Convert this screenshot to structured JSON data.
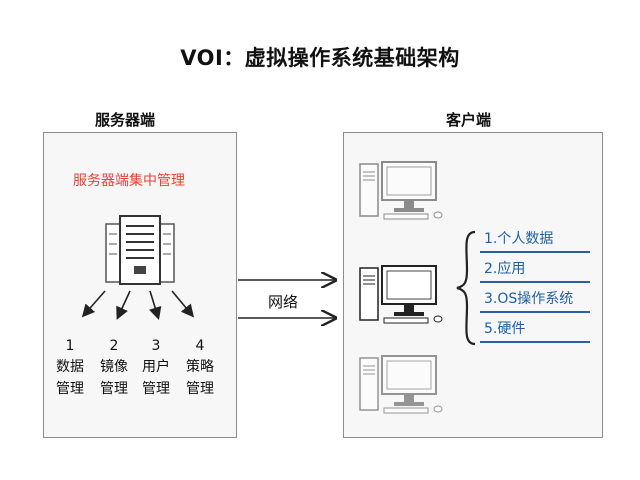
{
  "title": "VOI：虚拟操作系统基础架构",
  "server": {
    "label": "服务器端",
    "subtitle": "服务器端集中管理",
    "items": [
      {
        "num": "1",
        "line1": "数据",
        "line2": "管理"
      },
      {
        "num": "2",
        "line1": "镜像",
        "line2": "管理"
      },
      {
        "num": "3",
        "line1": "用户",
        "line2": "管理"
      },
      {
        "num": "4",
        "line1": "策略",
        "line2": "管理"
      }
    ]
  },
  "network": {
    "label": "网络"
  },
  "client": {
    "label": "客户端",
    "features": [
      "1.个人数据",
      "2.应用",
      "3.OS操作系统",
      "5.硬件"
    ]
  },
  "colors": {
    "accent_red": "#e8403a",
    "accent_blue": "#2a5fa8",
    "border": "#8c8c8c"
  }
}
